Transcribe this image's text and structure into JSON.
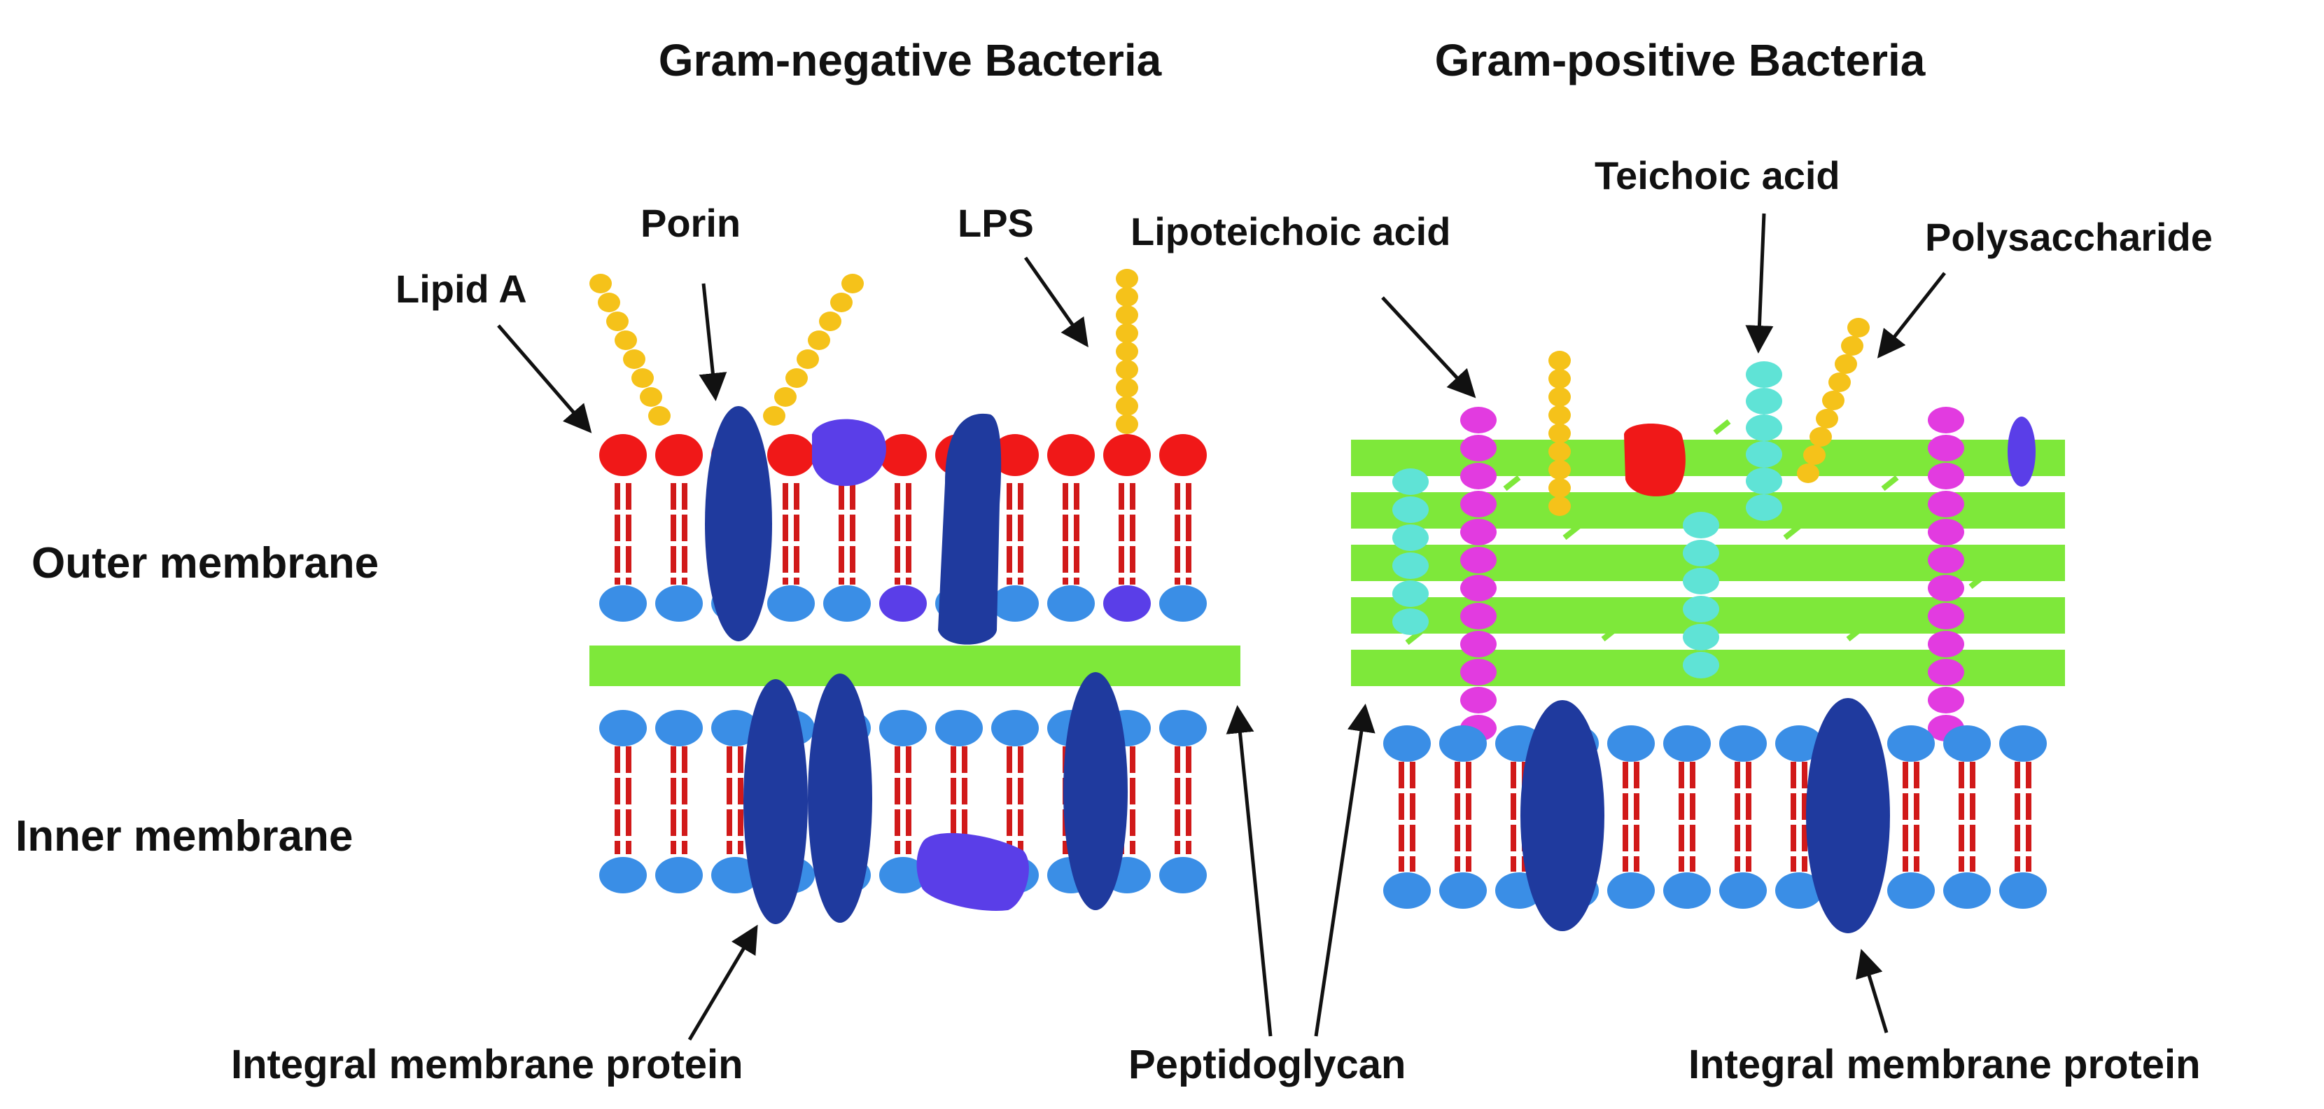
{
  "headings": {
    "gram_negative": "Gram-negative Bacteria",
    "gram_positive": "Gram-positive Bacteria"
  },
  "labels": {
    "lipid_a": "Lipid A",
    "porin": "Porin",
    "lps": "LPS",
    "lipoteichoic_acid": "Lipoteichoic acid",
    "teichoic_acid": "Teichoic acid",
    "polysaccharide": "Polysaccharide",
    "outer_membrane": "Outer membrane",
    "inner_membrane": "Inner membrane",
    "integral_membrane_protein_left": "Integral membrane protein",
    "peptidoglycan": "Peptidoglycan",
    "integral_membrane_protein_right": "Integral membrane protein"
  },
  "colors": {
    "lipid_head_red": "#f01818",
    "lipid_head_blue": "#3a8ee6",
    "lipid_tail": "#d11a1a",
    "protein_dark": "#1f3a9e",
    "protein_violet": "#5a3ee8",
    "peptidoglycan": "#7ee83a",
    "sugar_chain": "#f5c21a",
    "lipoteichoic": "#e23be0",
    "teichoic": "#5fe3d6",
    "arrow": "#111111"
  }
}
